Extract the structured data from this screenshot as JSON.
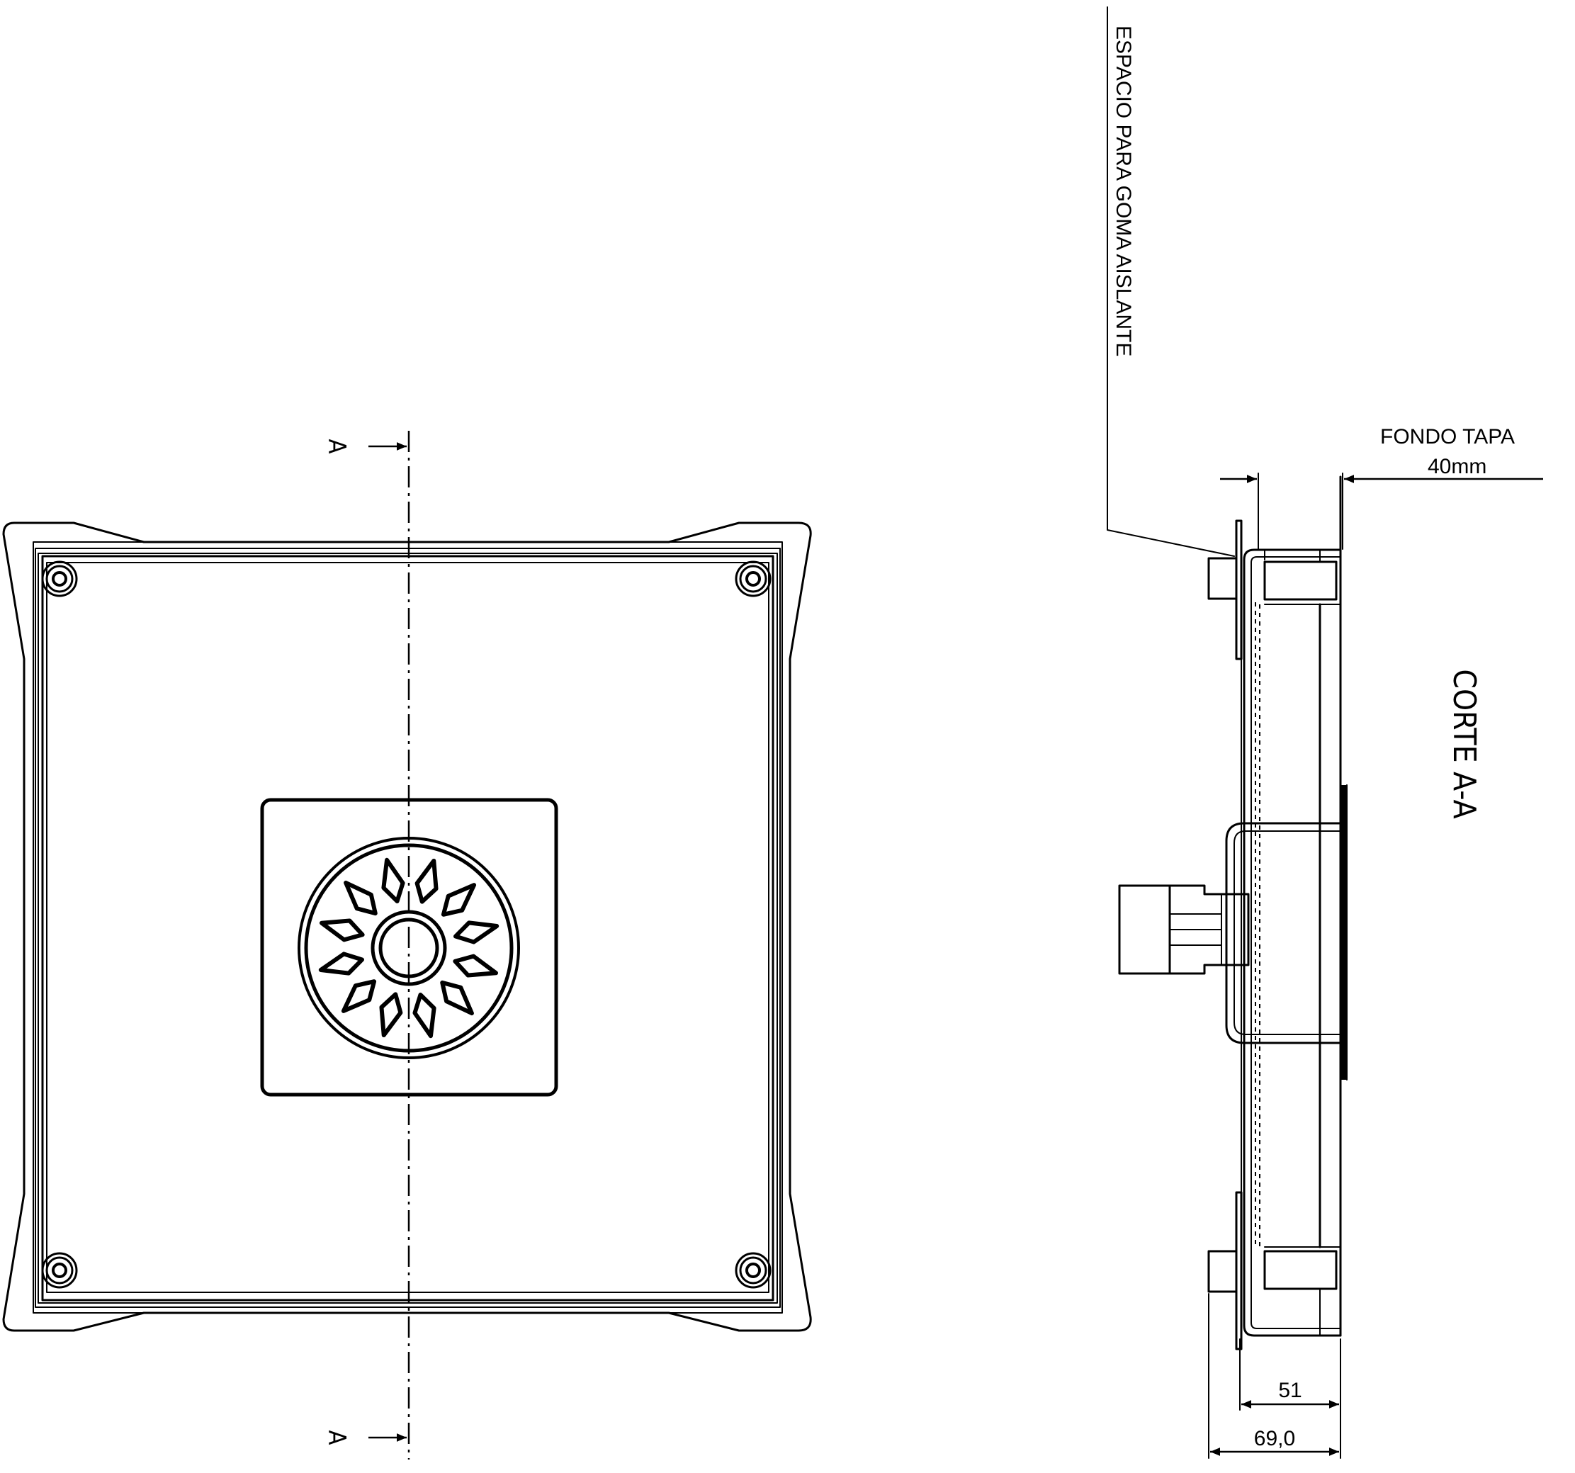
{
  "plan_view": {
    "section_marker_top": "A",
    "section_marker_bottom": "A"
  },
  "section_view": {
    "title": "CORTE A-A",
    "callout_label": "ESPACIO PARA GOMA AISLANTE",
    "fondo_label": "FONDO TAPA",
    "fondo_value": "40mm",
    "dim_inner": "51",
    "dim_outer": "69,0"
  },
  "icons": {
    "screw": "screw-head-icon",
    "drain": "drain-grate-icon",
    "arrow": "dimension-arrow-icon"
  }
}
